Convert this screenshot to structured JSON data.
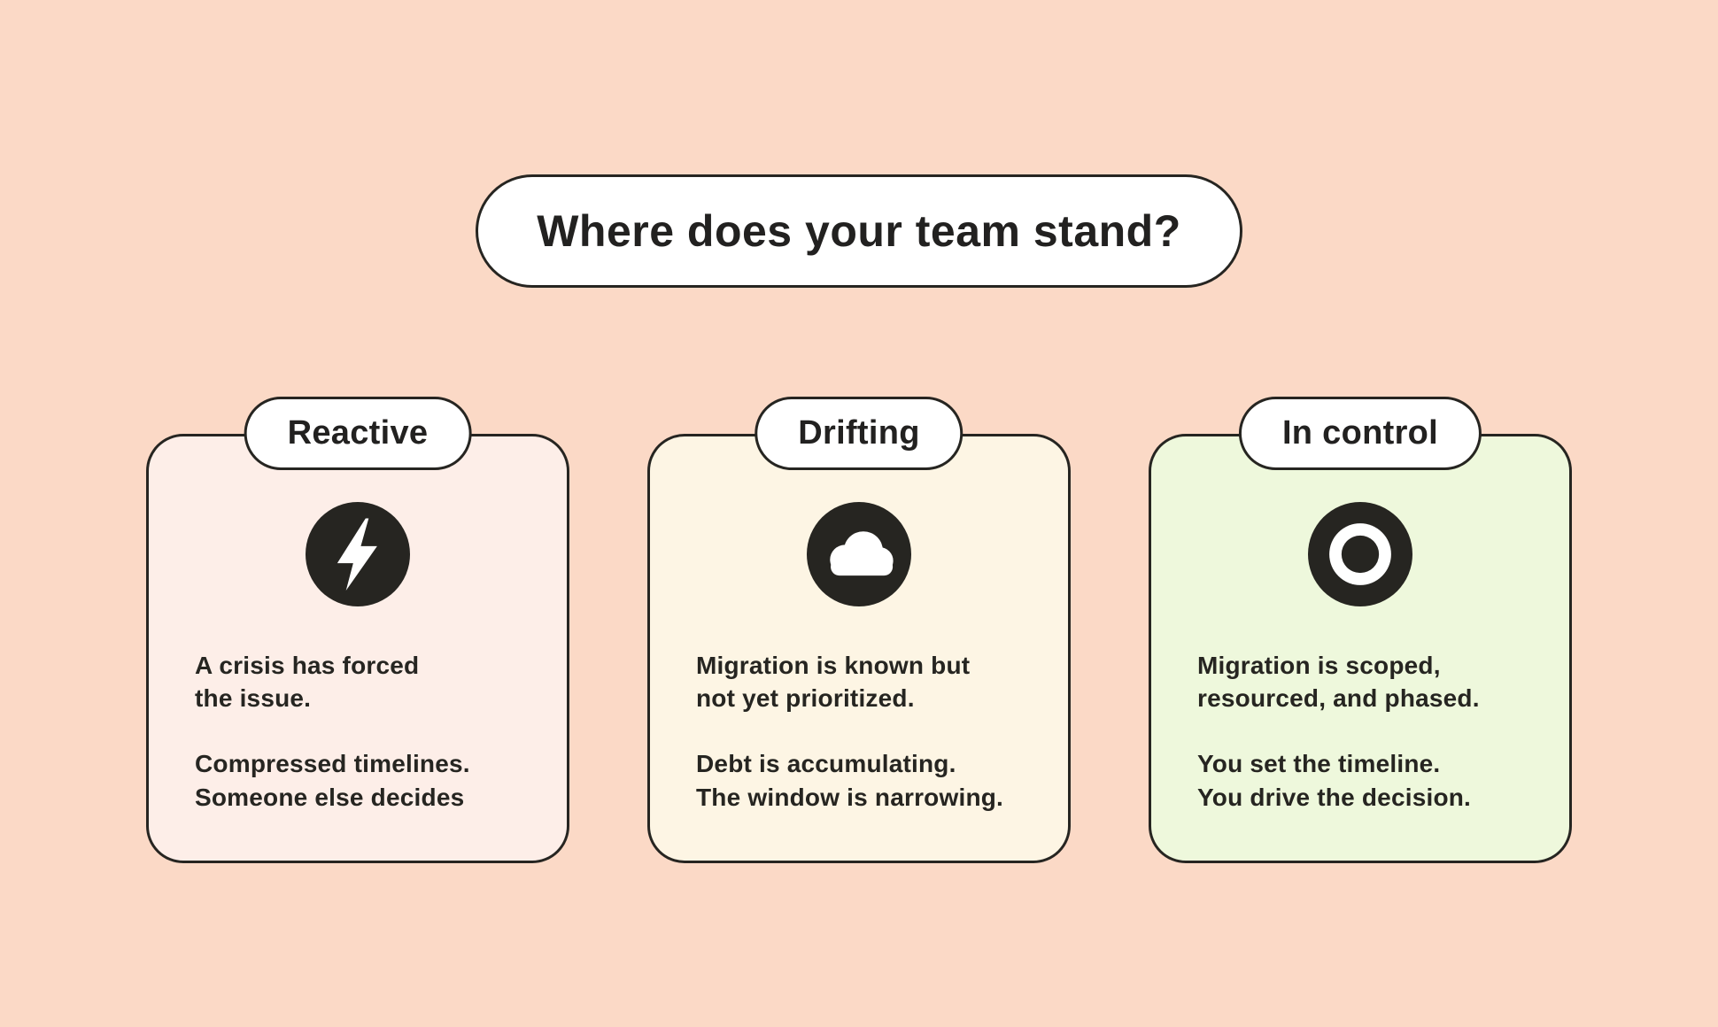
{
  "page": {
    "background": "#fbd9c6",
    "ink": "#262521"
  },
  "title": {
    "label": "Where does your team stand?"
  },
  "cards": [
    {
      "label": "Reactive",
      "icon": "lightning-icon",
      "bg": "#fdeee8",
      "paragraphs": [
        "A crisis has forced\nthe issue.",
        "Compressed timelines.\nSomeone else decides"
      ]
    },
    {
      "label": "Drifting",
      "icon": "cloud-icon",
      "bg": "#fdf5e4",
      "paragraphs": [
        "Migration is known but\nnot yet prioritized.",
        "Debt is accumulating.\nThe window is narrowing."
      ]
    },
    {
      "label": "In control",
      "icon": "target-icon",
      "bg": "#eef8dc",
      "paragraphs": [
        "Migration is scoped,\nresourced, and phased.",
        "You set the timeline.\nYou drive the decision."
      ]
    }
  ]
}
